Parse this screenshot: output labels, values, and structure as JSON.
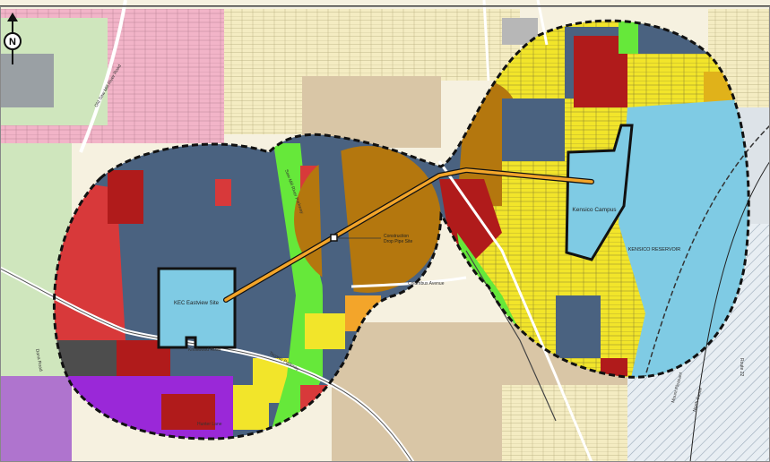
{
  "map": {
    "north_arrow": "N",
    "sites": {
      "kec_eastview": "KEC Eastview Site",
      "construction_drop": "Construction\nDrop Pipe Site",
      "kensico_campus": "Kensico Campus",
      "kensico_reservoir": "KENSICO RESERVOIR"
    },
    "roads": {
      "old_saw_mill_river": "Old Saw Mill River Road",
      "saw_mill_river_parkway": "Saw Mill River Parkway",
      "knollwood_road": "Knollwood Road",
      "taconic_parkway": "Taconic Parkway",
      "columbus_avenue": "Columbus Avenue",
      "mount_pleasant": "Mount Pleasant",
      "north_castle": "North Castle",
      "route_22": "Route 22",
      "dana_road": "Dana Road",
      "hunter_lane": "Hunter Lane"
    }
  },
  "colors": {
    "residential_yellow": "#f2e52a",
    "institutional_slate": "#4a6280",
    "commercial_red": "#d8393a",
    "industrial_purple": "#9a28d8",
    "open_space_green": "#66e83a",
    "transportation_tan": "#d9c6a6",
    "utility_brown": "#b4770e",
    "water_blue": "#7fcbe4",
    "parks_light_green": "#cfe6bd",
    "buffer_outline": "#111111",
    "pipeline": "#f3a52a"
  }
}
